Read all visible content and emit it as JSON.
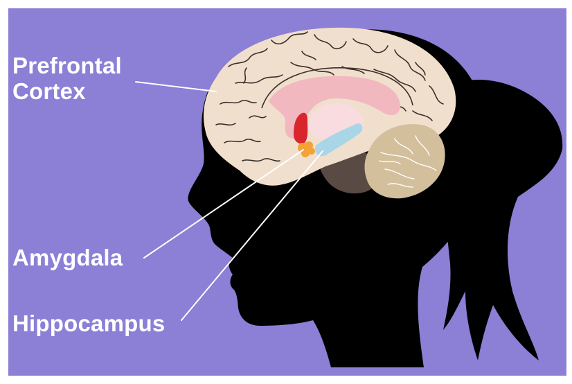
{
  "colors": {
    "background": "#8b7fd6",
    "silhouette": "#000000",
    "brain": "#f1dfcd",
    "brain_fold_line": "#3a2f2a",
    "corpus_callosum": "#f2b8c0",
    "thalamus": "#f9dce0",
    "red_region": "#d9262c",
    "amygdala": "#f4a236",
    "hippocampus": "#a9d6e6",
    "cerebellum": "#d3bf9c",
    "brainstem": "#5a4a44",
    "label_text": "#ffffff",
    "pointer_line": "#ffffff"
  },
  "labels": {
    "prefrontal_line1": "Prefrontal",
    "prefrontal_line2": "Cortex",
    "amygdala": "Amygdala",
    "hippocampus": "Hippocampus"
  }
}
